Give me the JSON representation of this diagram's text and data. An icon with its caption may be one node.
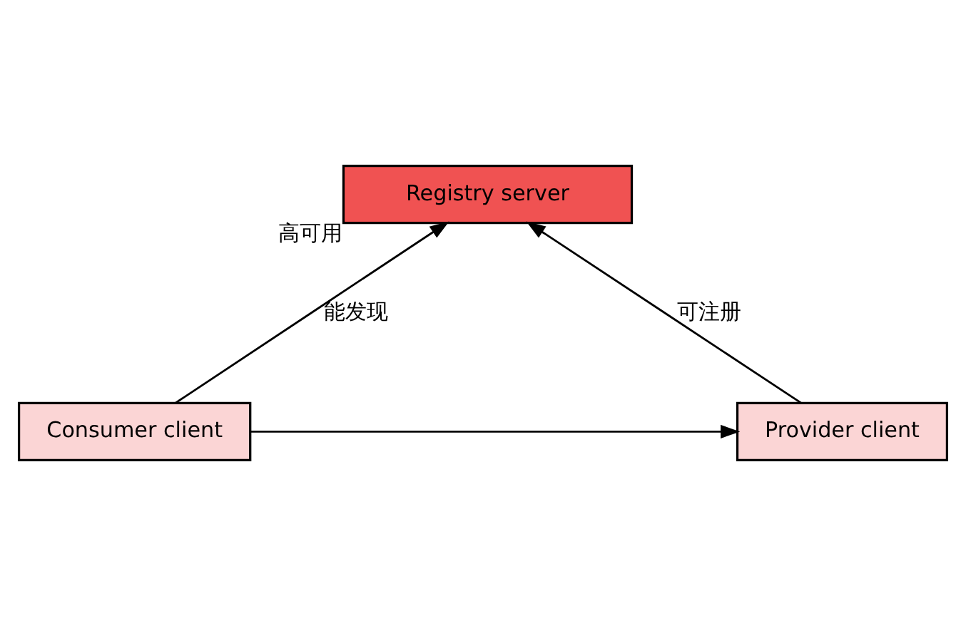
{
  "diagram": {
    "nodes": [
      {
        "text": [
          "Registry server"
        ],
        "beside": [
          "高可用"
        ]
      },
      {
        "text": [
          "Consumer client"
        ]
      },
      {
        "text": [
          "Provider client"
        ]
      }
    ],
    "edges": [
      {
        "from": 1,
        "to": 0,
        "arrow": "to",
        "label": "能发现"
      },
      {
        "from": 2,
        "to": 0,
        "arrow": "to",
        "label": "可注册"
      },
      {
        "from": 1,
        "to": 2,
        "arrow": "to"
      }
    ]
  }
}
